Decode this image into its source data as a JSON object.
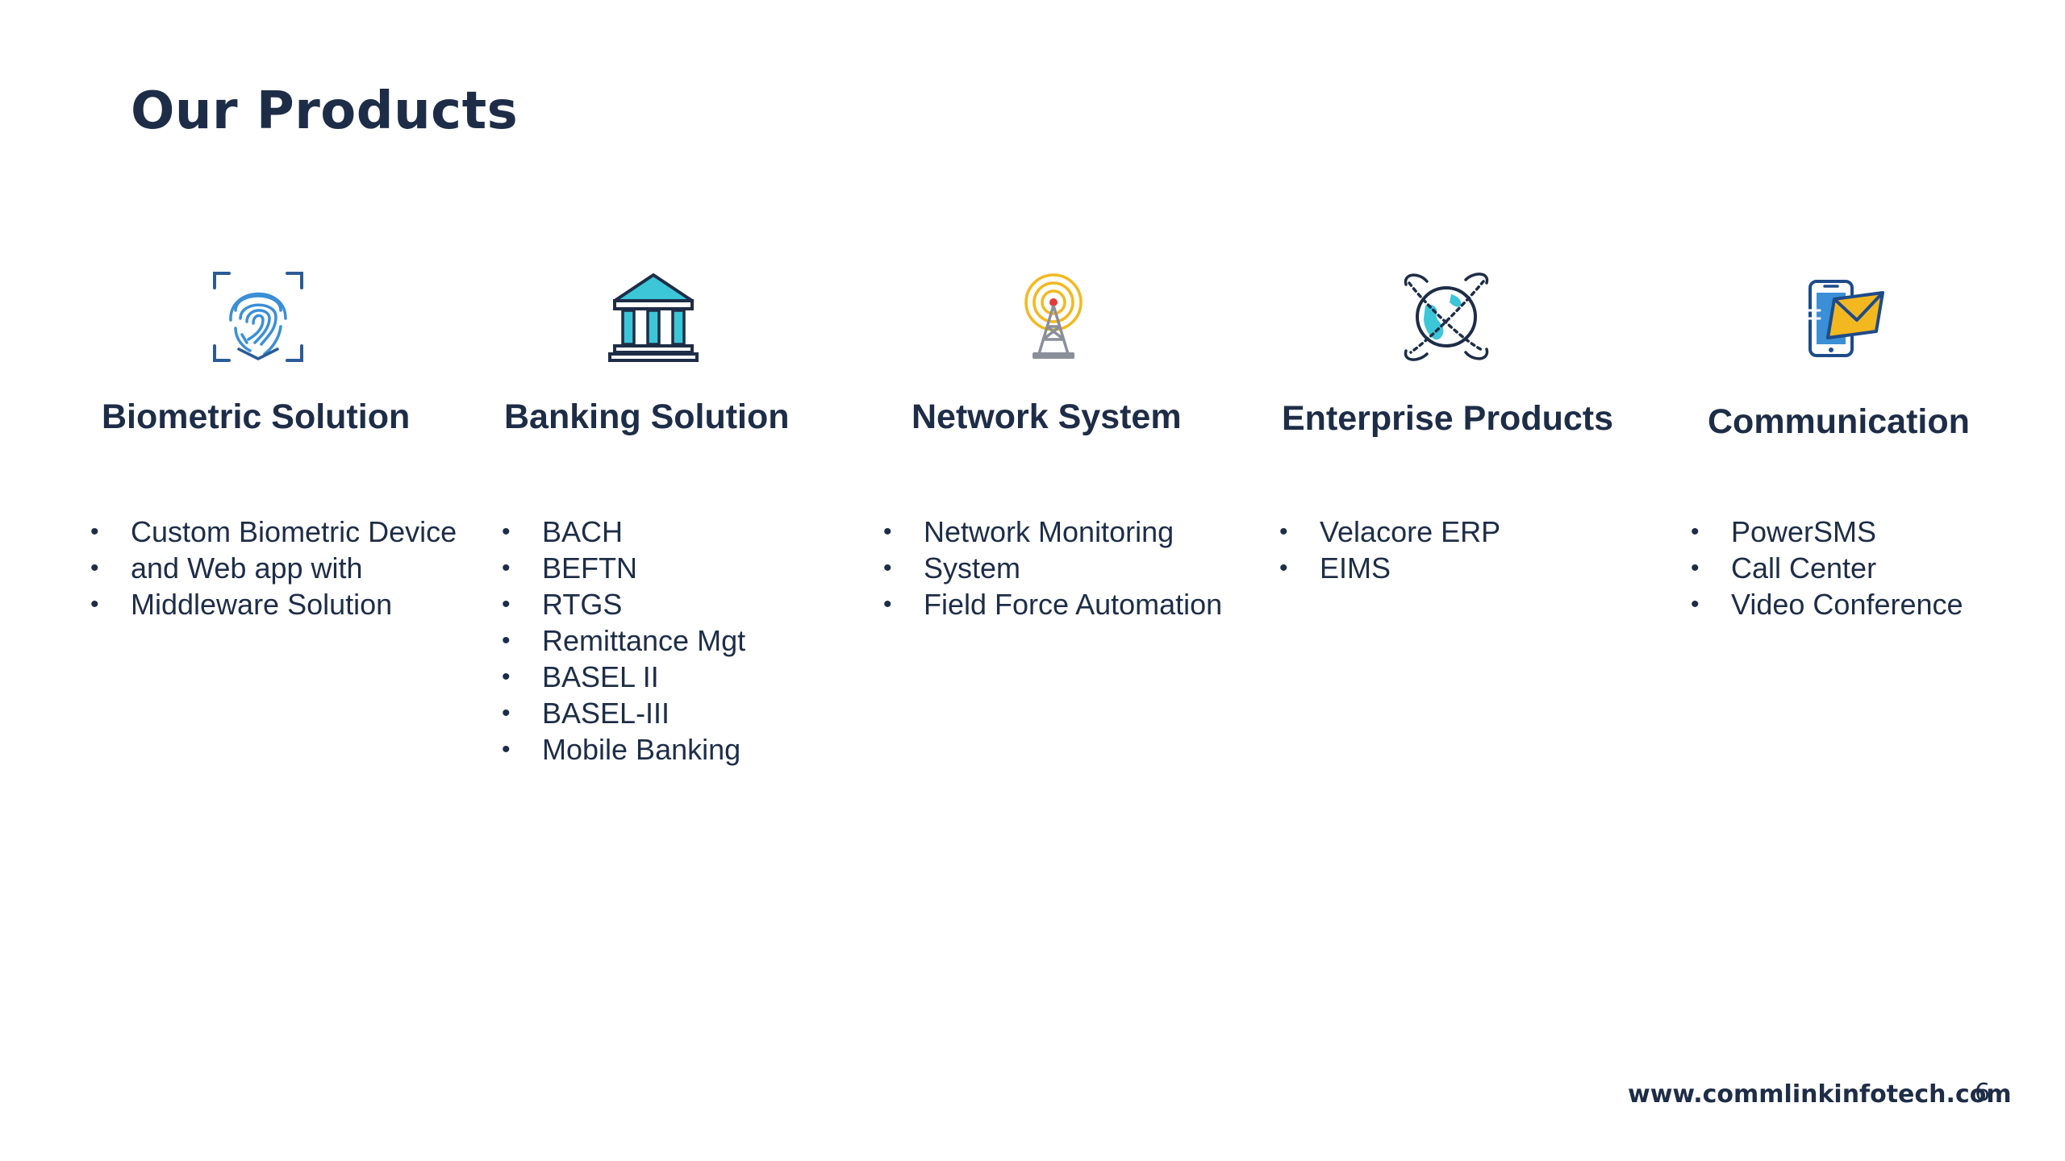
{
  "slide": {
    "title": "Our Products",
    "footer_url": "www.commlinkinfotech.com",
    "page_number": "6"
  },
  "products": [
    {
      "icon": "fingerprint-icon",
      "heading": "Biometric Solution",
      "items": [
        "Custom Biometric Device",
        "and Web app with",
        "Middleware Solution"
      ]
    },
    {
      "icon": "bank-icon",
      "heading": "Banking Solution",
      "items": [
        "BACH",
        "BEFTN",
        "RTGS",
        "Remittance Mgt",
        "BASEL II",
        "BASEL-III",
        "Mobile Banking"
      ]
    },
    {
      "icon": "antenna-tower-icon",
      "heading": "Network System",
      "items": [
        "Network Monitoring",
        "System",
        "Field Force Automation"
      ]
    },
    {
      "icon": "globe-orbit-icon",
      "heading": "Enterprise Products",
      "items": [
        "Velacore ERP",
        "EIMS"
      ]
    },
    {
      "icon": "mobile-mail-icon",
      "heading": "Communication",
      "items": [
        "PowerSMS",
        "Call Center",
        "Video Conference"
      ]
    }
  ],
  "colors": {
    "text": "#1e2d47",
    "icon_blue": "#2b7bc4",
    "icon_cyan": "#3cc6d8",
    "icon_gold": "#f3b81f"
  }
}
